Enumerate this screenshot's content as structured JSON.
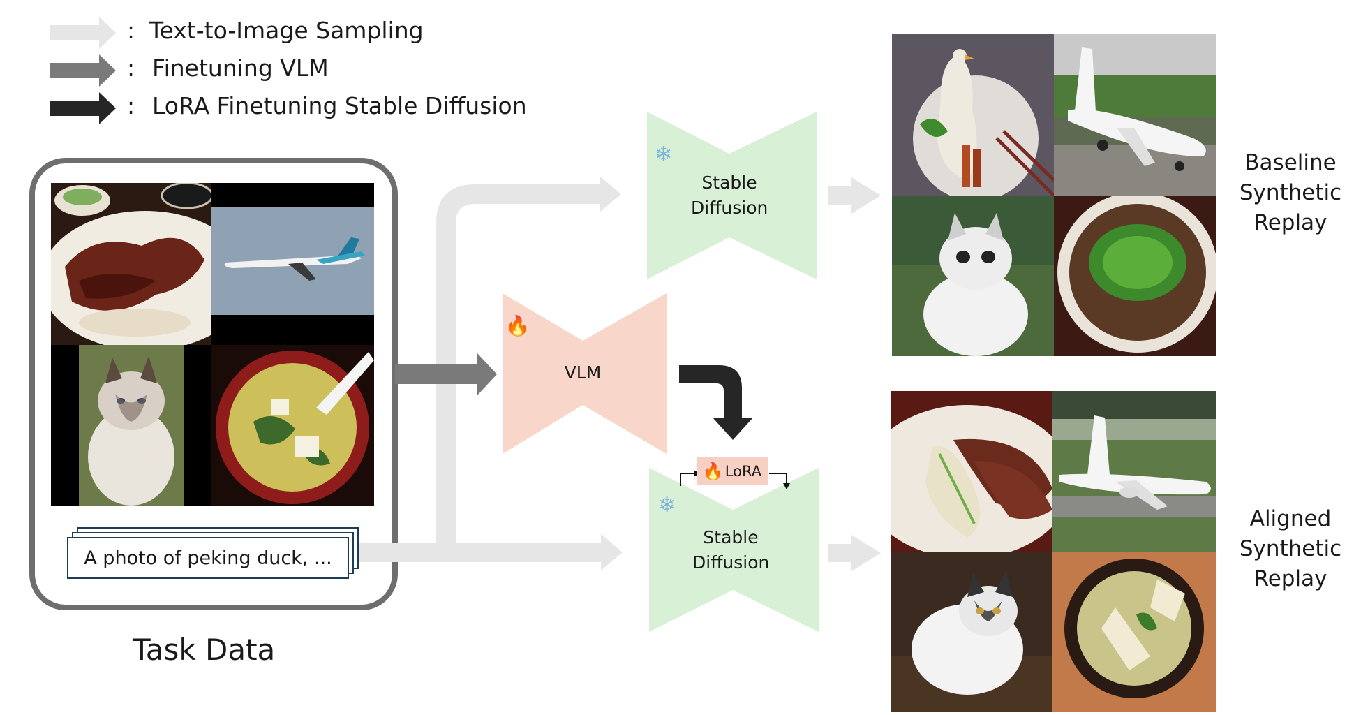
{
  "legend": {
    "items": [
      {
        "label": "Text-to-Image Sampling",
        "color": "#e6e6e6"
      },
      {
        "label": "Finetuning VLM",
        "color": "#7a7a7a"
      },
      {
        "label": "LoRA Finetuning Stable Diffusion",
        "color": "#262626"
      }
    ],
    "separator": ":"
  },
  "task_data": {
    "title": "Task Data",
    "caption": "A photo of peking duck, ...",
    "images": [
      {
        "name": "peking-duck-photo",
        "depicts": "duck-dish"
      },
      {
        "name": "airplane-sky-photo",
        "depicts": "airplane"
      },
      {
        "name": "ragdoll-cat-photo",
        "depicts": "cat"
      },
      {
        "name": "miso-soup-photo",
        "depicts": "soup"
      }
    ]
  },
  "models": {
    "sd_top": {
      "line1": "Stable",
      "line2": "Diffusion",
      "icon": "snowflake-icon"
    },
    "vlm": {
      "label": "VLM",
      "icon": "fire-icon"
    },
    "sd_bottom": {
      "line1": "Stable",
      "line2": "Diffusion",
      "icon": "snowflake-icon"
    },
    "lora": {
      "label": "LoRA",
      "icon": "fire-icon"
    }
  },
  "outputs": {
    "baseline": {
      "line1": "Baseline",
      "line2": "Synthetic",
      "line3": "Replay"
    },
    "aligned": {
      "line1": "Aligned",
      "line2": "Synthetic",
      "line3": "Replay"
    }
  },
  "colors": {
    "sd_fill": "#d8f0d6",
    "vlm_fill": "#f8d6ca",
    "arrow_light": "#e6e6e6",
    "arrow_mid": "#7a7a7a",
    "arrow_dark": "#262626",
    "frame": "#6e6e6e"
  }
}
